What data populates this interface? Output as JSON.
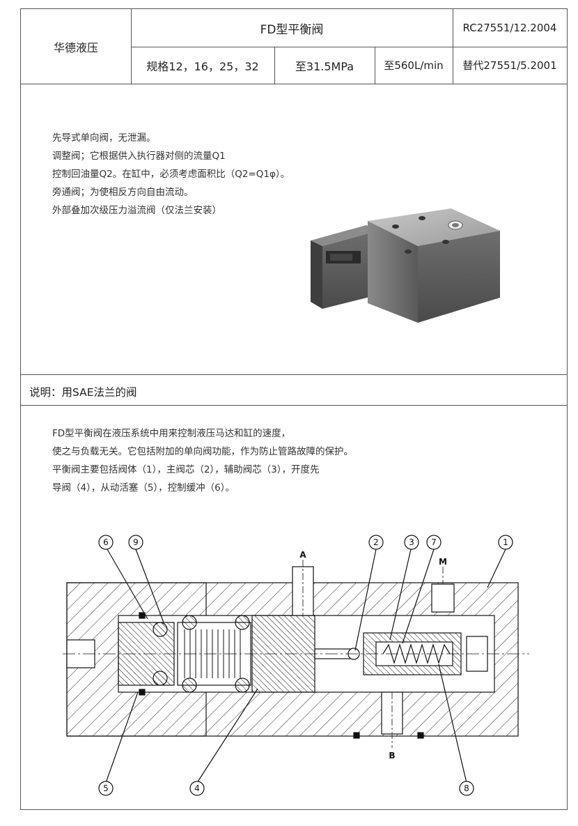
{
  "header": {
    "company": "华德液压",
    "title": "FD型平衡阀",
    "code": "RC27551/12.2004",
    "size_spec": "规格12，16，25，32",
    "pressure_spec": "至31.5MPa",
    "flow_spec": "至560L/min",
    "replaces": "替代27551/5.2001"
  },
  "features": [
    "先导式单向阀，无泄漏。",
    "调整阀；它根据供入执行器对侧的流量Q1",
    "控制回油量Q2。在缸中，必须考虑面积比（Q2=Q1φ）。",
    "旁通阀；为使相反方向自由流动。",
    "外部叠加次级压力溢流阀（仅法兰安装）"
  ],
  "section": {
    "title": "说明：用SAE法兰的阀"
  },
  "description": [
    "FD型平衡阀在液压系统中用来控制液压马达和缸的速度，",
    "使之与负载无关。它包括附加的单向阀功能，作为防止管路故障的保护。",
    "平衡阀主要包括阀体（1），主阀芯（2），辅助阀芯（3），开度先",
    "导阀（4），从动活塞（5），控制缓冲（6）。"
  ],
  "diagram": {
    "port_a": "A",
    "port_b": "B",
    "port_m": "M",
    "callouts": [
      "1",
      "2",
      "3",
      "4",
      "5",
      "6",
      "7",
      "8",
      "9"
    ],
    "line_color": "#111111"
  }
}
